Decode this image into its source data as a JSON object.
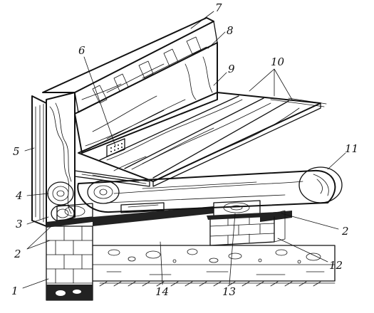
{
  "labels": {
    "l1": "1",
    "l2a": "2",
    "l2b": "2",
    "l3": "3",
    "l4": "4",
    "l5": "5",
    "l6": "6",
    "l7": "7",
    "l8": "8",
    "l9": "9",
    "l10": "10",
    "l11": "11",
    "l12": "12",
    "l13": "13",
    "l14": "14"
  },
  "colors": {
    "ink": "#111111",
    "paper": "#ffffff",
    "soil": "#222222"
  }
}
